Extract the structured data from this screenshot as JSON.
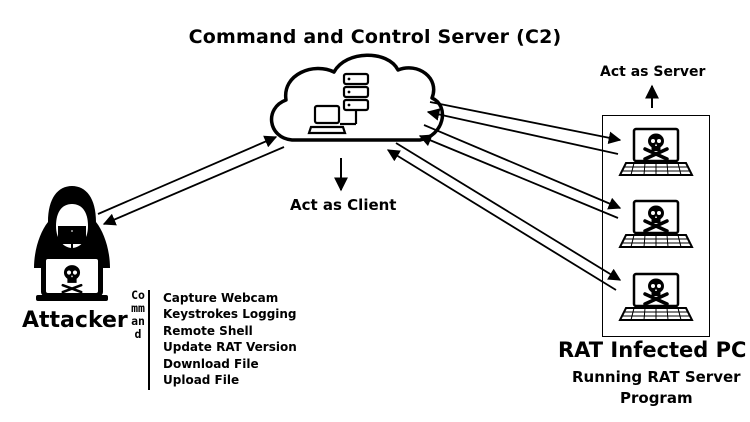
{
  "title": "Command and Control Server (C2)",
  "labels": {
    "act_as_server": "Act as Server",
    "act_as_client": "Act as Client",
    "attacker": "Attacker",
    "rat_infected_pc": "RAT Infected PC",
    "rat_sub_line1": "Running RAT Server",
    "rat_sub_line2": "Program"
  },
  "command_vertical": "Command",
  "commands": [
    "Capture Webcam",
    "Keystrokes Logging",
    "Remote Shell",
    "Update RAT Version",
    "Download File",
    "Upload File"
  ],
  "icons": [
    "cloud-icon",
    "server-rack-icon",
    "computer-icon",
    "hacker-icon",
    "skull-icon",
    "infected-laptop-icon"
  ],
  "colors": {
    "line": "#000000",
    "background": "#ffffff"
  }
}
